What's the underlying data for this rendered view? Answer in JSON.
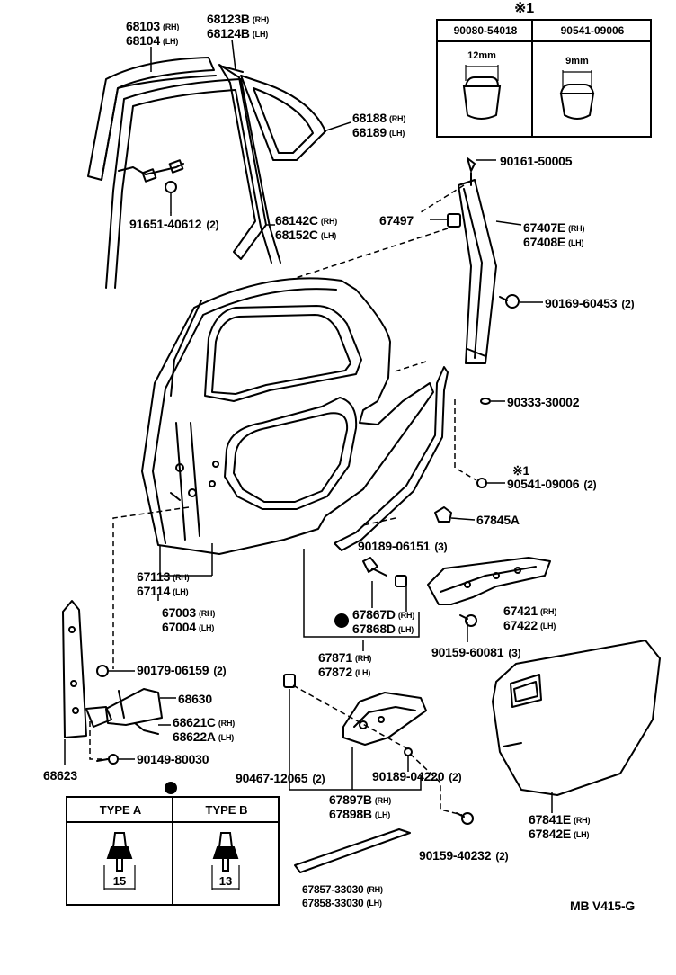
{
  "labels": {
    "p68103": {
      "top": "68103",
      "top_sfx": "(RH)",
      "bot": "68104",
      "bot_sfx": "(LH)"
    },
    "p68123": {
      "top": "68123B",
      "top_sfx": "(RH)",
      "bot": "68124B",
      "bot_sfx": "(LH)"
    },
    "p68188": {
      "top": "68188",
      "top_sfx": "(RH)",
      "bot": "68189",
      "bot_sfx": "(LH)"
    },
    "p91651": {
      "num": "91651-40612",
      "qty": "(2)"
    },
    "p68142": {
      "top": "68142C",
      "top_sfx": "(RH)",
      "bot": "68152C",
      "bot_sfx": "(LH)"
    },
    "p90161": {
      "num": "90161-50005"
    },
    "p67497": {
      "num": "67497"
    },
    "p67407": {
      "top": "67407E",
      "top_sfx": "(RH)",
      "bot": "67408E",
      "bot_sfx": "(LH)"
    },
    "p90169": {
      "num": "90169-60453",
      "qty": "(2)"
    },
    "p90333": {
      "num": "90333-30002"
    },
    "p90541": {
      "mark": "※1",
      "num": "90541-09006",
      "qty": "(2)"
    },
    "p67845": {
      "num": "67845A"
    },
    "p90189a": {
      "num": "90189-06151",
      "qty": "(3)"
    },
    "p67113": {
      "top": "67113",
      "top_sfx": "(RH)",
      "bot": "67114",
      "bot_sfx": "(LH)"
    },
    "p67003": {
      "top": "67003",
      "top_sfx": "(RH)",
      "bot": "67004",
      "bot_sfx": "(LH)"
    },
    "p67867": {
      "top": "67867D",
      "top_sfx": "(RH)",
      "bot": "67868D",
      "bot_sfx": "(LH)"
    },
    "p67421": {
      "top": "67421",
      "top_sfx": "(RH)",
      "bot": "67422",
      "bot_sfx": "(LH)"
    },
    "p67871": {
      "top": "67871",
      "top_sfx": "(RH)",
      "bot": "67872",
      "bot_sfx": "(LH)"
    },
    "p90159a": {
      "num": "90159-60081",
      "qty": "(3)"
    },
    "p90179": {
      "num": "90179-06159",
      "qty": "(2)"
    },
    "p68630": {
      "num": "68630"
    },
    "p68621": {
      "top": "68621C",
      "top_sfx": "(RH)",
      "bot": "68622A",
      "bot_sfx": "(LH)"
    },
    "p90149": {
      "num": "90149-80030"
    },
    "p68623": {
      "num": "68623"
    },
    "p90467": {
      "num": "90467-12065",
      "qty": "(2)"
    },
    "p90189b": {
      "num": "90189-04220",
      "qty": "(2)"
    },
    "p67897": {
      "top": "67897B",
      "top_sfx": "(RH)",
      "bot": "67898B",
      "bot_sfx": "(LH)"
    },
    "p67841": {
      "top": "67841E",
      "top_sfx": "(RH)",
      "bot": "67842E",
      "bot_sfx": "(LH)"
    },
    "p90159b": {
      "num": "90159-40232",
      "qty": "(2)"
    },
    "p67857": {
      "top": "67857-33030",
      "top_sfx": "(RH)",
      "bot": "67858-33030",
      "bot_sfx": "(LH)"
    },
    "ref": "MB V415-G"
  },
  "clip_table": {
    "mark": "※1",
    "col1": {
      "part": "90080-54018",
      "dim": "12mm"
    },
    "col2": {
      "part": "90541-09006",
      "dim": "9mm"
    }
  },
  "type_table": {
    "col1": {
      "title": "TYPE A",
      "dim": "15"
    },
    "col2": {
      "title": "TYPE B",
      "dim": "13"
    }
  }
}
